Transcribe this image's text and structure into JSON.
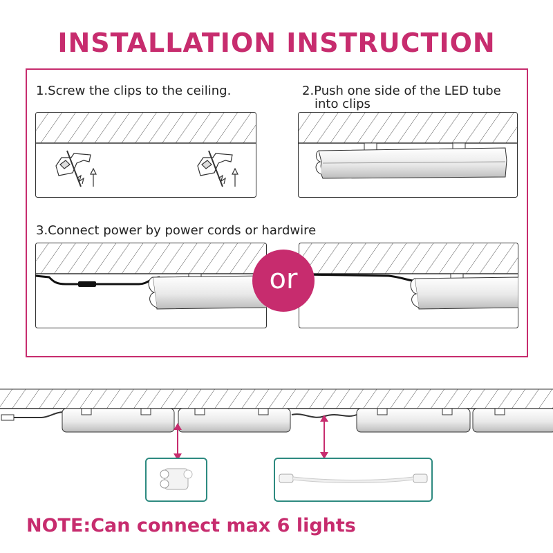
{
  "title": "INSTALLATION INSTRUCTION",
  "steps": [
    {
      "label": "1.Screw the clips to the ceiling."
    },
    {
      "label_line1": "2.Push one side of the LED tube",
      "label_line2": "into clips"
    },
    {
      "label": "3.Connect power by power cords or hardwire"
    }
  ],
  "or_text": "or",
  "note": "NOTE:Can connect max 6 lights",
  "colors": {
    "accent": "#c72c6e",
    "box_border": "#2d8a80",
    "line": "#222222"
  }
}
